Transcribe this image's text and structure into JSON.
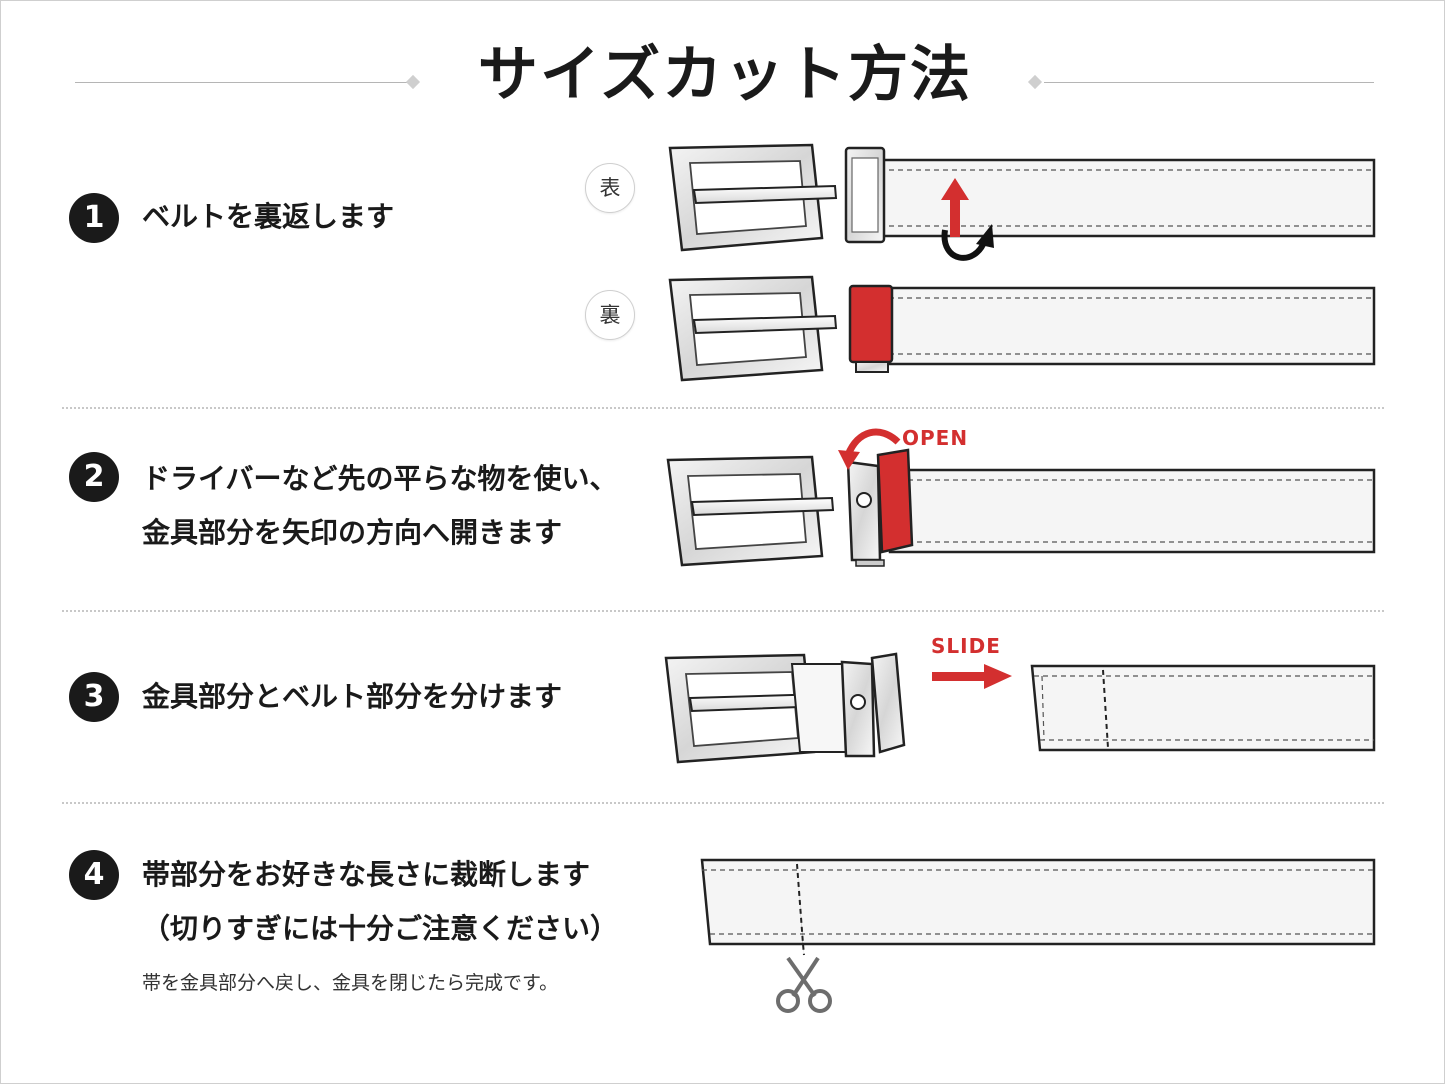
{
  "title": "サイズカット方法",
  "steps": [
    {
      "number": "1",
      "lines": [
        "ベルトを裏返します"
      ]
    },
    {
      "number": "2",
      "lines": [
        "ドライバーなど先の平らな物を使い、",
        "金具部分を矢印の方向へ開きます"
      ]
    },
    {
      "number": "3",
      "lines": [
        "金具部分とベルト部分を分けます"
      ]
    },
    {
      "number": "4",
      "lines": [
        "帯部分をお好きな長さに裁断します",
        "（切りすぎには十分ご注意ください）"
      ]
    }
  ],
  "note": "帯を金具部分へ戻し、金具を閉じたら完成です。",
  "labels": {
    "front": "表",
    "back": "裏",
    "open": "OPEN",
    "slide": "SLIDE"
  },
  "colors": {
    "accent_red": "#d32f2f",
    "number_badge": "#1a1a1a",
    "divider": "#c8c8c8"
  },
  "icons": {
    "flip": "flip-arrow-icon",
    "open": "curved-arrow-icon",
    "slide": "right-arrow-icon",
    "cut": "scissors-icon"
  }
}
